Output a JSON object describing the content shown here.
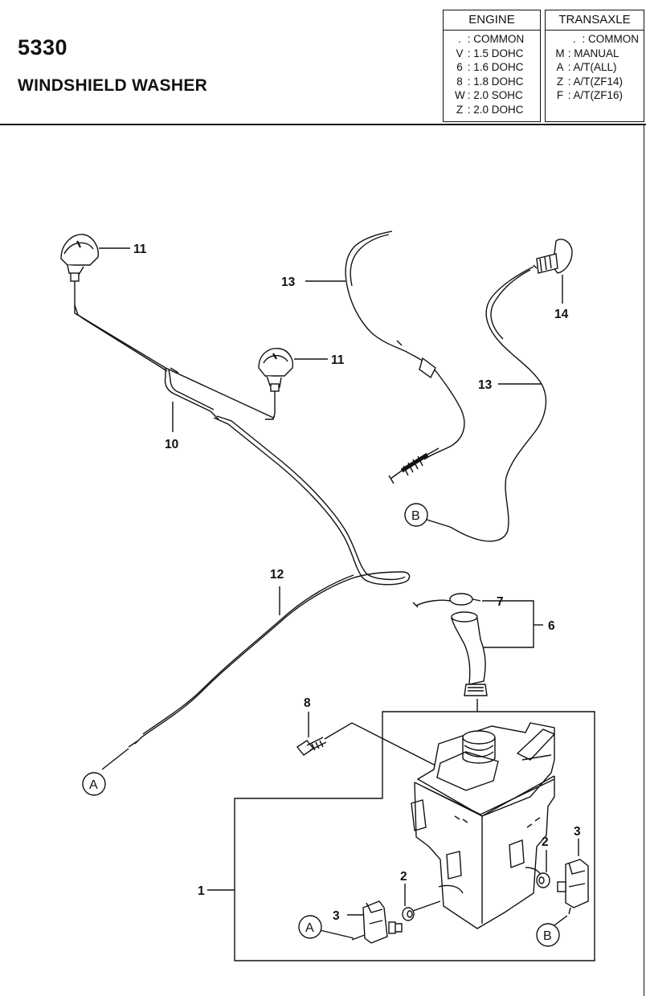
{
  "header": {
    "part_number": "5330",
    "title": "WINDSHIELD WASHER",
    "engine": {
      "heading": "ENGINE",
      "rows": [
        {
          "code": ".",
          "desc": ": COMMON"
        },
        {
          "code": "V",
          "desc": ": 1.5 DOHC"
        },
        {
          "code": "6",
          "desc": ": 1.6 DOHC"
        },
        {
          "code": "8",
          "desc": ": 1.8 DOHC"
        },
        {
          "code": "W",
          "desc": ": 2.0 SOHC"
        },
        {
          "code": "Z",
          "desc": ": 2.0 DOHC"
        }
      ]
    },
    "transaxle": {
      "heading": "TRANSAXLE",
      "rows": [
        {
          "code": ".",
          "desc": ": COMMON"
        },
        {
          "code": "M",
          "desc": ": MANUAL"
        },
        {
          "code": "A",
          "desc": ": A/T(ALL)"
        },
        {
          "code": "Z",
          "desc": ": A/T(ZF14)"
        },
        {
          "code": "F",
          "desc": ": A/T(ZF16)"
        }
      ]
    }
  },
  "callouts": {
    "c1": "1",
    "c2a": "2",
    "c2b": "2",
    "c3a": "3",
    "c3b": "3",
    "c6": "6",
    "c7": "7",
    "c8": "8",
    "c10": "10",
    "c11a": "11",
    "c11b": "11",
    "c12": "12",
    "c13a": "13",
    "c13b": "13",
    "c14": "14"
  },
  "refs": {
    "a_top": "A",
    "a_bottom": "A",
    "b_top": "B",
    "b_bottom": "B"
  }
}
